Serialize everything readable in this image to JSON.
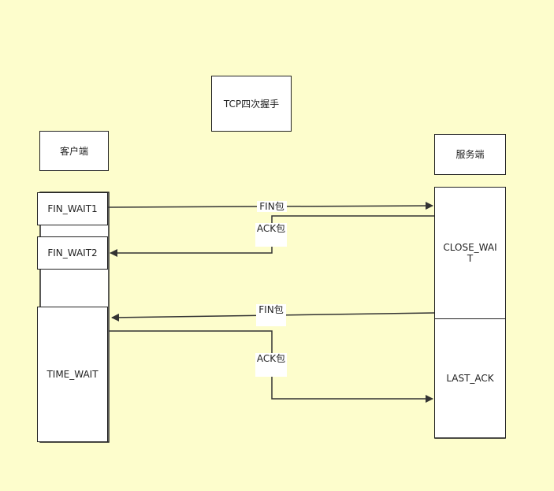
{
  "title": "TCP四次握手",
  "client": {
    "label": "客户端",
    "states": {
      "fin_wait_1": "FIN_WAIT1",
      "fin_wait_2": "FIN_WAIT2",
      "time_wait": "TIME_WAIT"
    }
  },
  "server": {
    "label": "服务端",
    "states": {
      "close_wait": "CLOSE_WAIT",
      "last_ack": "LAST_ACK"
    }
  },
  "messages": {
    "fin_1": "FIN包",
    "ack_1": "ACK包",
    "fin_2": "FIN包",
    "ack_2": "ACK包"
  },
  "colors": {
    "background": "#fdfdcc",
    "box_fill": "#ffffff",
    "stroke": "#222222"
  }
}
